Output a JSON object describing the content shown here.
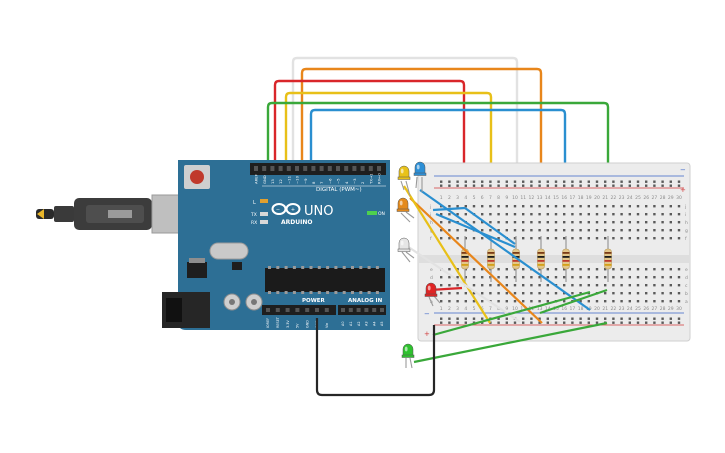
{
  "board": {
    "brand": "ARDUINO",
    "model": "UNO",
    "digital_label": "DIGITAL (PWM~)",
    "power_label": "POWER",
    "analog_label": "ANALOG IN",
    "on_label": "ON",
    "led_l": "L",
    "led_tx": "TX",
    "led_rx": "RX",
    "header_pins_top": [
      "AREF",
      "GND",
      "13",
      "12",
      "~11",
      "~10",
      "~9",
      "8",
      "7",
      "~6",
      "~5",
      "4",
      "~3",
      "2",
      "TX→1",
      "RX←0"
    ],
    "header_pins_power": [
      "IOREF",
      "RESET",
      "3.3V",
      "5V",
      "GND",
      "GND",
      "Vin"
    ],
    "header_pins_analog": [
      "A0",
      "A1",
      "A2",
      "A3",
      "A4",
      "A5"
    ]
  },
  "breadboard": {
    "column_numbers": [
      "1",
      "2",
      "3",
      "4",
      "5",
      "6",
      "7",
      "8",
      "9",
      "10",
      "11",
      "12",
      "13",
      "14",
      "15",
      "16",
      "17",
      "18",
      "19",
      "20",
      "21",
      "22",
      "23",
      "24",
      "25",
      "26",
      "27",
      "28",
      "29",
      "30"
    ],
    "row_letters_top": [
      "j",
      "i",
      "h",
      "g",
      "f"
    ],
    "row_letters_bottom": [
      "e",
      "d",
      "c",
      "b",
      "a"
    ],
    "rail_plus": "+",
    "rail_minus": "−"
  },
  "components": {
    "leds": [
      {
        "name": "yellow-led",
        "color": "#e8c21a"
      },
      {
        "name": "blue-led",
        "color": "#2c8fd6"
      },
      {
        "name": "orange-led",
        "color": "#e48a1c"
      },
      {
        "name": "white-led",
        "color": "#e6e6e6"
      },
      {
        "name": "red-led",
        "color": "#e02424"
      },
      {
        "name": "green-led",
        "color": "#2ec22e"
      }
    ],
    "resistor_count": 6
  },
  "wires": {
    "colors": {
      "red": "#d9262a",
      "orange": "#e8861b",
      "yellow": "#e8c018",
      "green": "#3aa83a",
      "blue": "#2a8fd0",
      "white": "#e2e2e2",
      "black": "#262626"
    }
  },
  "colors": {
    "board": "#2d6f95",
    "board_dark": "#245b7b",
    "breadboard": "#ececec",
    "rail_red": "#d03a3a",
    "rail_blue": "#3a64c8"
  }
}
